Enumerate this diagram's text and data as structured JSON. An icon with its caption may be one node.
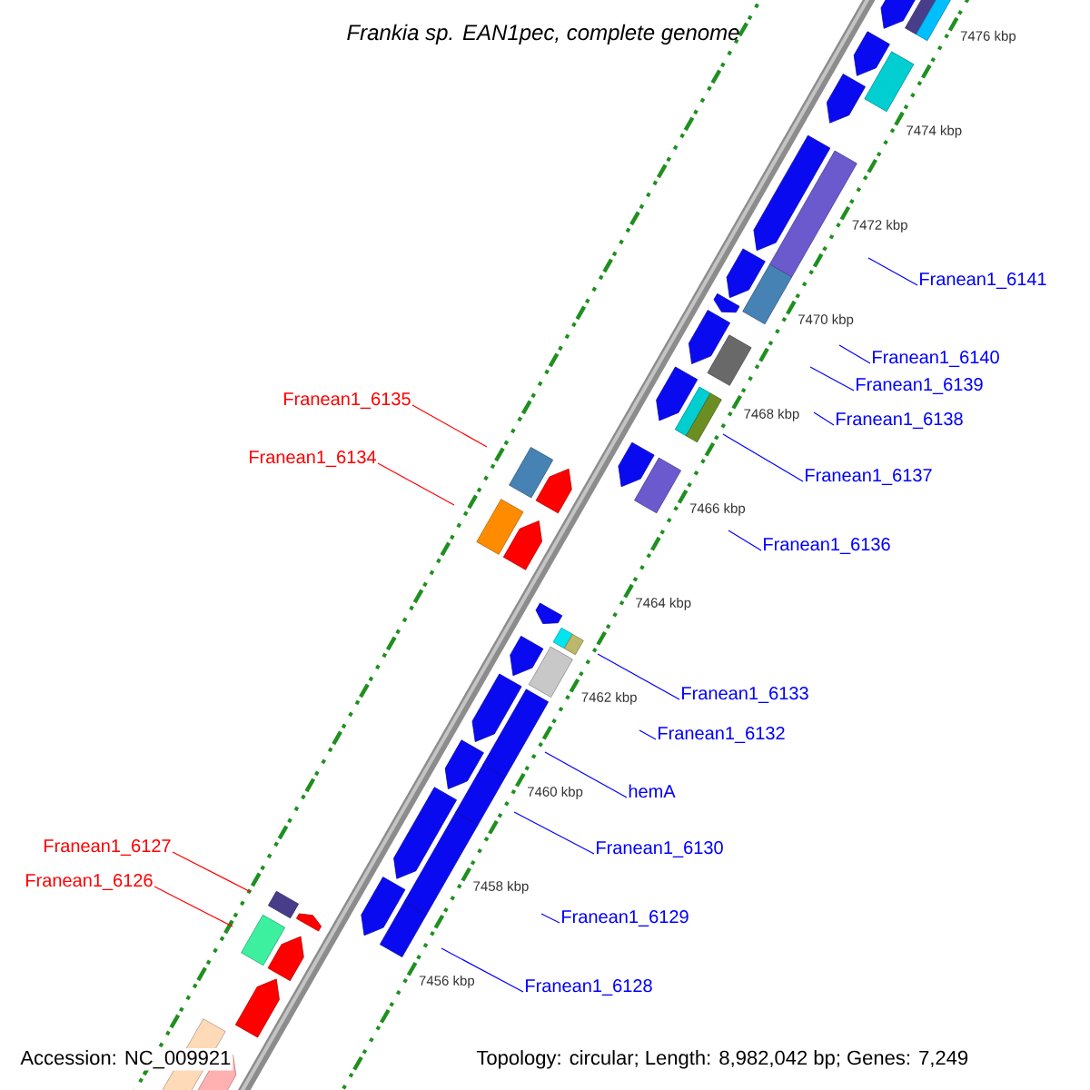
{
  "diagram": {
    "title": "Frankia sp. EAN1pec, complete genome",
    "nodes": [
      {
        "text": [
          "Franean1_6141"
        ]
      },
      {
        "text": [
          "Franean1_6140"
        ]
      },
      {
        "text": [
          "Franean1_6139"
        ]
      },
      {
        "text": [
          "Franean1_6138"
        ]
      },
      {
        "text": [
          "Franean1_6135"
        ]
      },
      {
        "text": [
          "Franean1_6137"
        ]
      },
      {
        "text": [
          "Franean1_6134"
        ]
      },
      {
        "text": [
          "Franean1_6136"
        ]
      },
      {
        "text": [
          "Franean1_6133"
        ]
      },
      {
        "text": [
          "Franean1_6132"
        ]
      },
      {
        "text": [
          "hemA"
        ]
      },
      {
        "text": [
          "Franean1_6130"
        ]
      },
      {
        "text": [
          "Franean1_6127"
        ]
      },
      {
        "text": [
          "Franean1_6126"
        ]
      },
      {
        "text": [
          "Franean1_6129"
        ]
      },
      {
        "text": [
          "Franean1_6128"
        ]
      }
    ],
    "edges": [
      {
        "from": 0,
        "to": null,
        "arrow": "none"
      },
      {
        "from": 1,
        "to": null,
        "arrow": "none"
      },
      {
        "from": 2,
        "to": null,
        "arrow": "none"
      },
      {
        "from": 3,
        "to": null,
        "arrow": "none"
      },
      {
        "from": 4,
        "to": null,
        "arrow": "none",
        "color": "#ff0000"
      },
      {
        "from": 5,
        "to": null,
        "arrow": "none"
      },
      {
        "from": 6,
        "to": null,
        "arrow": "none",
        "color": "#ff0000"
      },
      {
        "from": 7,
        "to": null,
        "arrow": "none"
      },
      {
        "from": 8,
        "to": null,
        "arrow": "none"
      },
      {
        "from": 9,
        "to": null,
        "arrow": "none"
      },
      {
        "from": 10,
        "to": null,
        "arrow": "none"
      },
      {
        "from": 11,
        "to": null,
        "arrow": "none"
      },
      {
        "from": 12,
        "to": null,
        "arrow": "none",
        "color": "#ff0000"
      },
      {
        "from": 13,
        "to": null,
        "arrow": "none",
        "color": "#ff0000"
      },
      {
        "from": 14,
        "to": null,
        "arrow": "none"
      },
      {
        "from": 15,
        "to": null,
        "arrow": "none"
      }
    ],
    "labels": [
      "7476 kbp",
      "7474 kbp",
      "7472 kbp",
      "7470 kbp",
      "7468 kbp",
      "7466 kbp",
      "7464 kbp",
      "7462 kbp",
      "7460 kbp",
      "7458 kbp",
      "7456 kbp",
      "Accession: NC_009921",
      "Topology: circular; Length: 8,982,042 bp; Genes: 7,249"
    ]
  }
}
